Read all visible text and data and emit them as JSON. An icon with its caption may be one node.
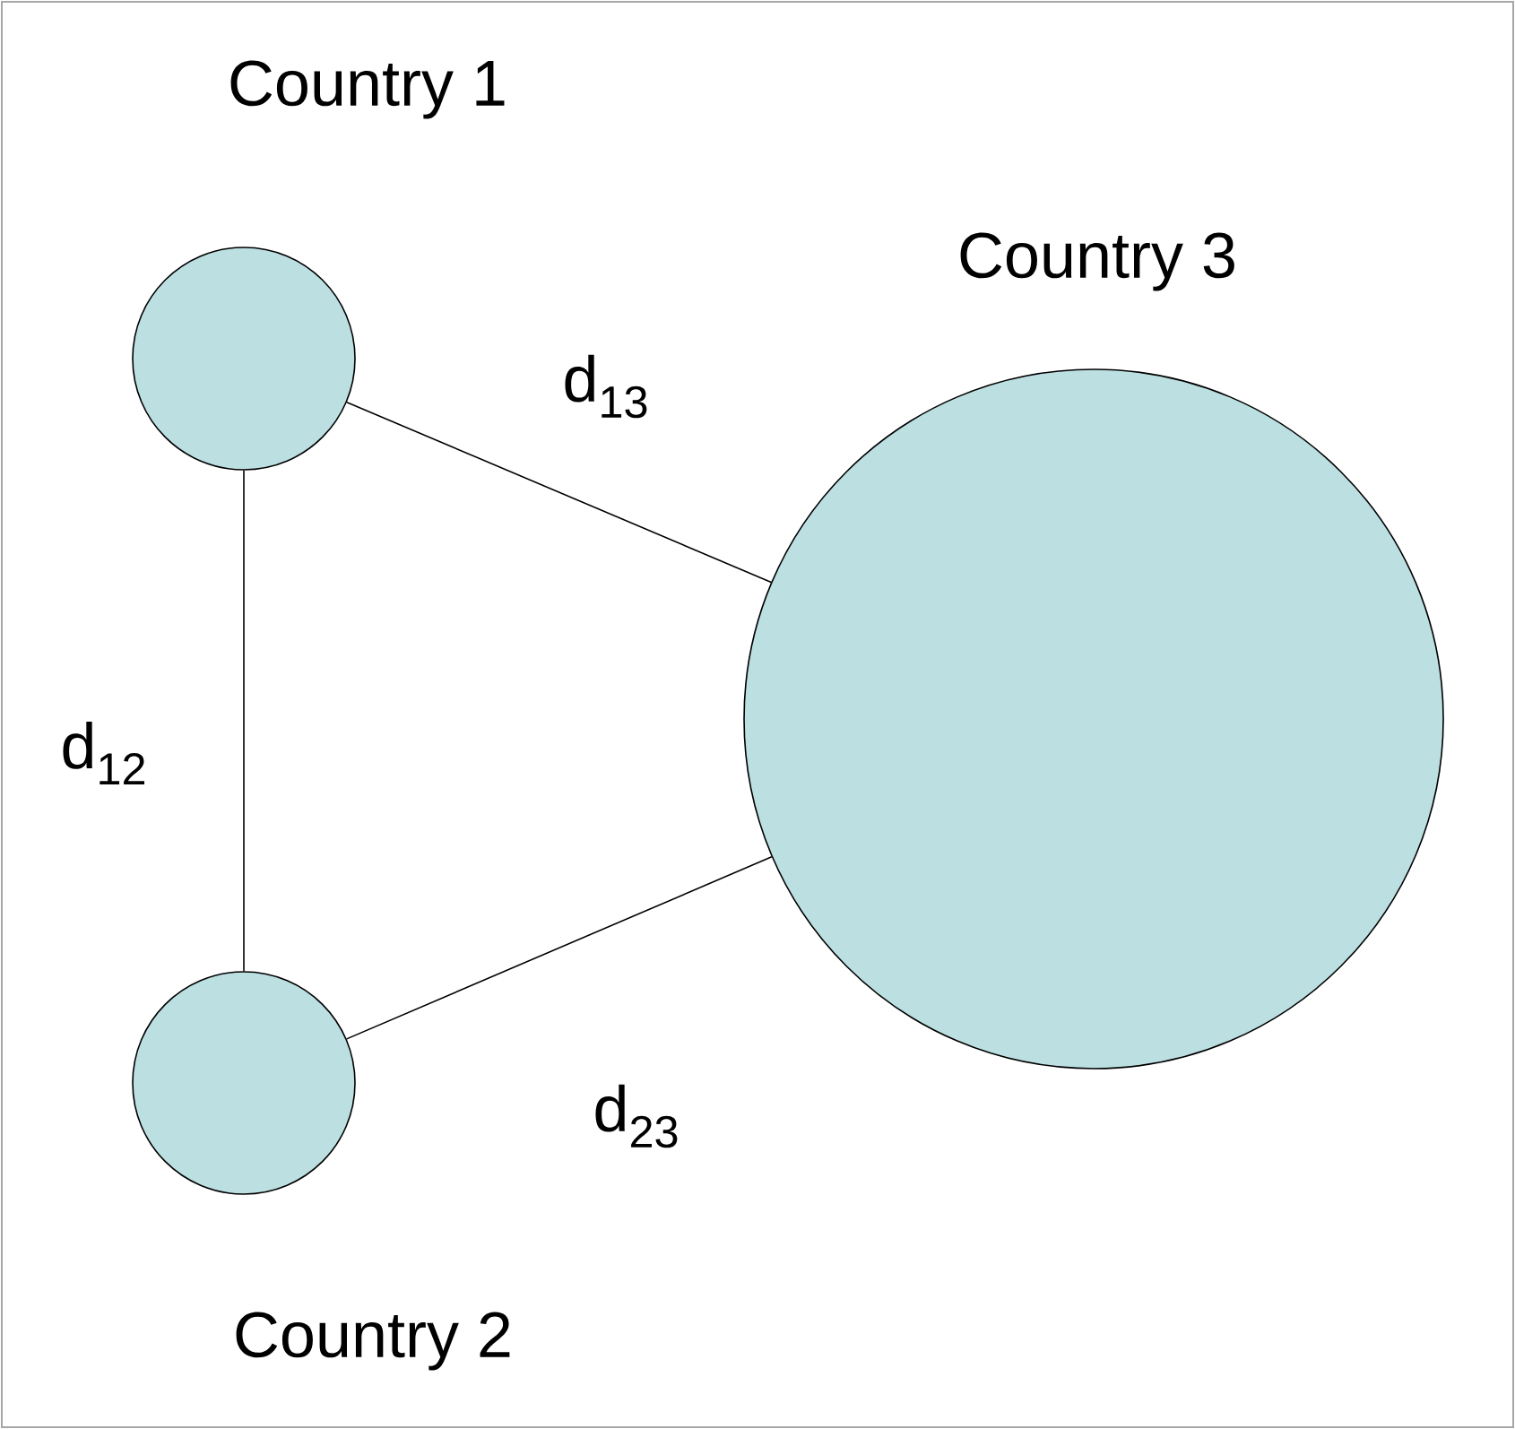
{
  "diagram": {
    "nodes": [
      {
        "text": [
          "Country 1"
        ]
      },
      {
        "text": [
          "Country 2"
        ]
      },
      {
        "text": [
          "Country 3"
        ]
      }
    ],
    "edges": [
      {
        "from": 0,
        "to": 1,
        "arrow": "none",
        "label": "d$_{12}$"
      },
      {
        "from": 0,
        "to": 2,
        "arrow": "none",
        "label": "d$_{13}$"
      },
      {
        "from": 1,
        "to": 2,
        "arrow": "none",
        "label": "d$_{23}$"
      }
    ]
  }
}
